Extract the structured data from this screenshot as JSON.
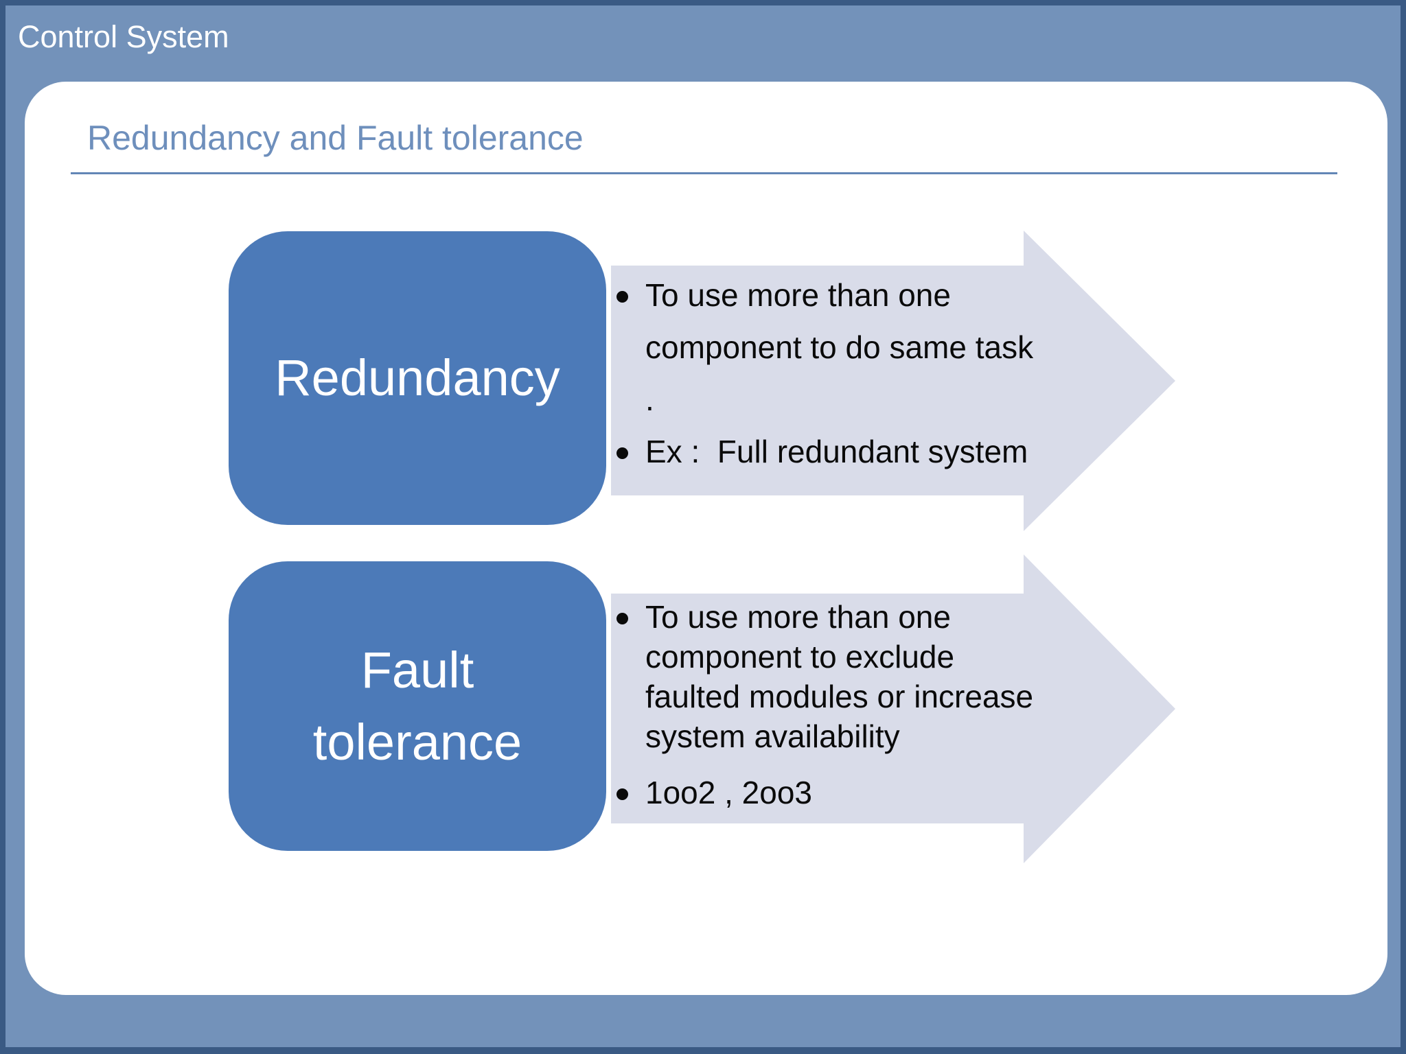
{
  "header": {
    "title": "Control System"
  },
  "slide": {
    "title": "Redundancy and Fault tolerance"
  },
  "diagram": {
    "rows": [
      {
        "box_label": "Redundancy",
        "bullets": [
          {
            "lines": [
              "To use more than one",
              "component to do same task",
              "."
            ]
          },
          {
            "lines": [
              "Ex :  Full redundant system"
            ]
          }
        ]
      },
      {
        "box_label": "Fault\ntolerance",
        "bullets": [
          {
            "lines": [
              "To use more than one",
              "component to exclude",
              "faulted modules or increase",
              "system availability"
            ]
          },
          {
            "lines": [
              "1oo2 , 2oo3"
            ]
          }
        ]
      }
    ]
  },
  "colors": {
    "border_blue": "#3A5A84",
    "frame_blue": "#7392BA",
    "box_blue": "#4C7AB8",
    "arrow_gray": "#D9DCE9",
    "title_blue": "#6E8FBC",
    "rule_blue": "#6286B6"
  }
}
